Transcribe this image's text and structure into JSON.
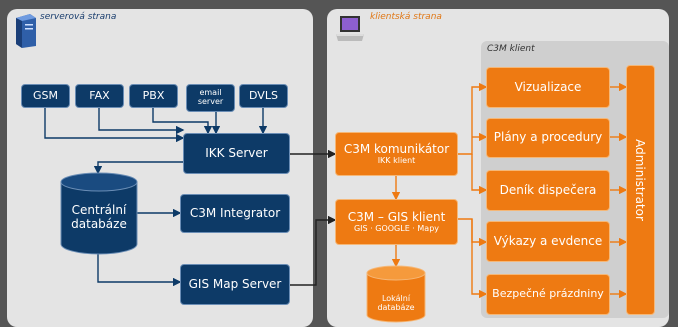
{
  "server": {
    "title": "serverová strana",
    "gsm": "GSM",
    "fax": "FAX",
    "pbx": "PBX",
    "email": "email server",
    "dvls": "DVLS",
    "ikk_server": "IKK Server",
    "db": "Centrální databáze",
    "integrator": "C3M Integrator",
    "gis_map": "GIS Map Server"
  },
  "client": {
    "title": "klientská strana",
    "c3m_klient_label": "C3M klient",
    "komunikator": "C3M komunikátor",
    "komunikator_sub": "IKK klient",
    "gis_klient": "C3M – GIS klient",
    "gis_klient_sub": "GIS · GOOGLE · Mapy",
    "local_db": "Lokální databáze",
    "vizualizace": "Vizualizace",
    "plany": "Plány a procedury",
    "denik": "Deník dispečera",
    "vykazy": "Výkazy a evdence",
    "bezpecne": "Bezpečné prázdniny",
    "admin": "Administrator"
  },
  "colors": {
    "navy": "#0d3a67",
    "orange": "#ee7a12",
    "panel": "#e4e4e4",
    "background": "#555555"
  }
}
